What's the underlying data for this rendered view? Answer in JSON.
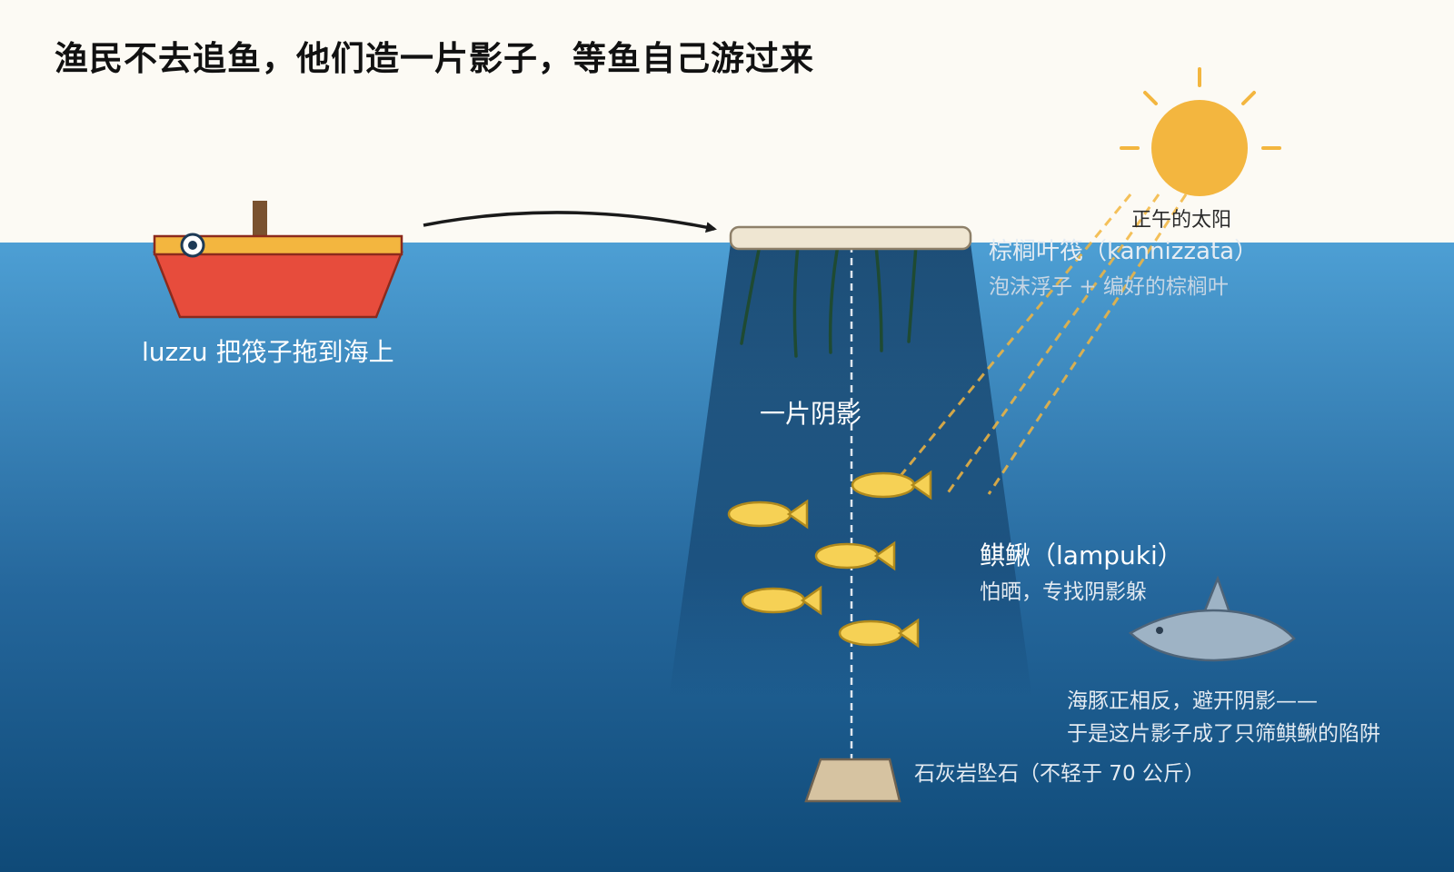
{
  "title": "渔民不去追鱼，他们造一片影子，等鱼自己游过来",
  "labels": {
    "boat": "luzzu 把筏子拖到海上",
    "shadow": "一片阴影",
    "raft_name": "棕榈叶筏（kannizzata）",
    "raft_desc": "泡沫浮子 + 编好的棕榈叶",
    "sun": "正午的太阳",
    "fish_name": "鲯鳅（lampuki）",
    "fish_desc": "怕晒，专找阴影躲",
    "dolphin_line1": "海豚正相反，避开阴影——",
    "dolphin_line2": "于是这片影子成了只筛鲯鳅的陷阱",
    "stone": "石灰岩坠石（不轻于 70 公斤）"
  },
  "colors": {
    "sky": "#fcfaf4",
    "sea_top": "#4d9fd4",
    "sea_bottom": "#0f4a78",
    "boat_hull": "#e74c3c",
    "boat_deck": "#f3b63f",
    "sun": "#f3b63f",
    "fish": "#f6d155",
    "dolphin": "#9eb3c5",
    "stone": "#d6c3a1",
    "raft": "#efe6d2",
    "seaweed": "#1f4a32"
  },
  "icons": [
    "boat-icon",
    "eye-icon",
    "arrow-icon",
    "sun-icon",
    "raft-icon",
    "fish-icon",
    "dolphin-icon",
    "stone-icon"
  ]
}
